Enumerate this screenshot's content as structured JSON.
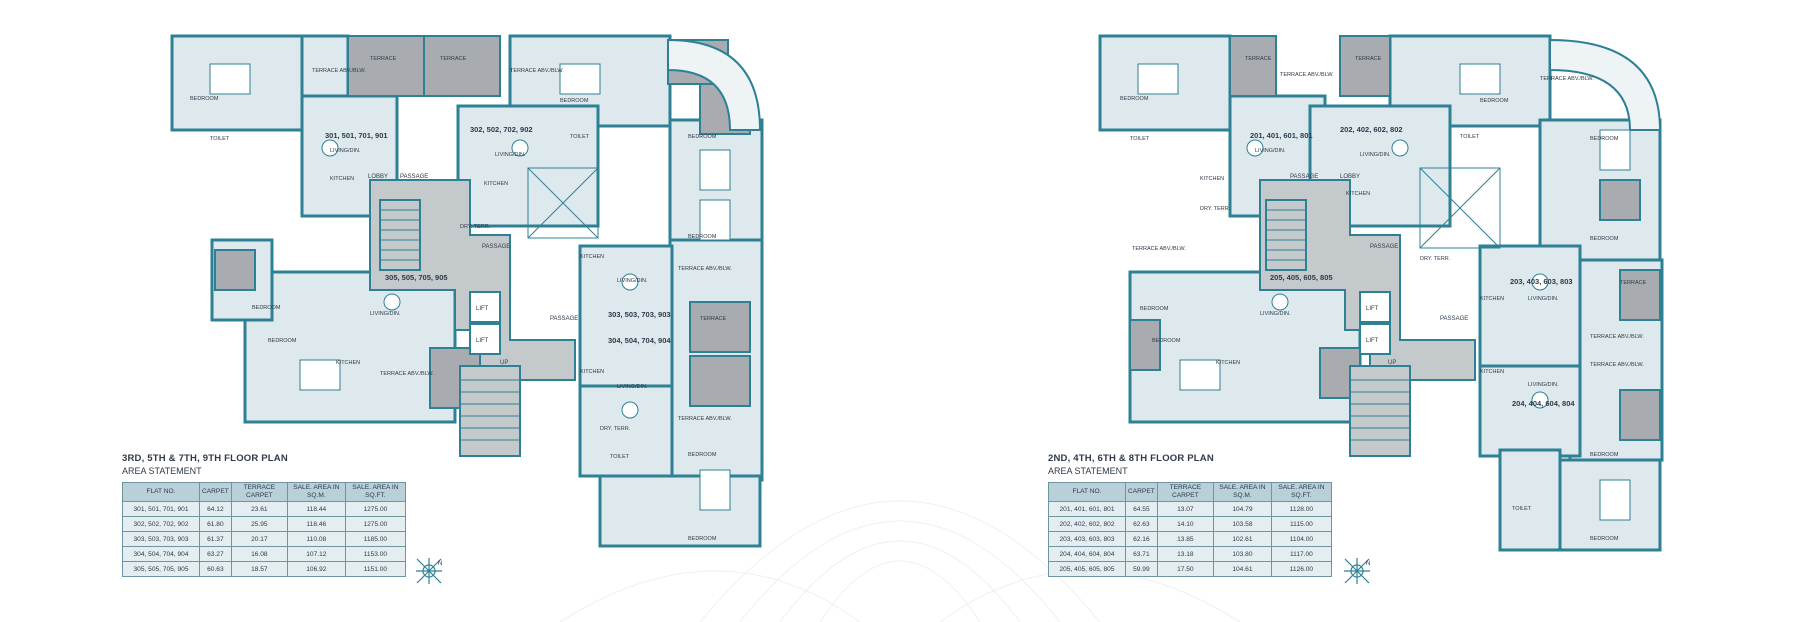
{
  "colors": {
    "wall": "#2e8095",
    "room": "#dde9ed",
    "passage": "#c4c9cc",
    "terrace": "#a8acb0",
    "text": "#2f3a4a",
    "table_head": "#b9d0d8",
    "table_cell": "#e4eef1"
  },
  "left": {
    "title": "3RD, 5TH & 7TH, 9TH FLOOR PLAN",
    "subtitle": "AREA STATEMENT",
    "headers": [
      "FLAT NO.",
      "CARPET",
      "TERRACE CARPET",
      "SALE. AREA IN SQ.M.",
      "SALE. AREA IN SQ.FT."
    ],
    "rows": [
      [
        "301, 501, 701, 901",
        "64.12",
        "23.61",
        "118.44",
        "1275.00"
      ],
      [
        "302, 502, 702, 902",
        "61.80",
        "25.95",
        "118.46",
        "1275.00"
      ],
      [
        "303, 503, 703, 903",
        "61.37",
        "20.17",
        "110.08",
        "1185.00"
      ],
      [
        "304, 504, 704, 904",
        "63.27",
        "16.08",
        "107.12",
        "1153.00"
      ],
      [
        "305, 505, 705, 905",
        "60.63",
        "18.57",
        "106.92",
        "1151.00"
      ]
    ],
    "labels": {
      "flat_a": "301, 501, 701, 901",
      "flat_b": "302, 502, 702, 902",
      "flat_c": "305, 505, 705, 905",
      "flat_d": "303, 503, 703, 903",
      "flat_e": "304, 504, 704, 904",
      "passage": "PASSAGE",
      "lobby": "LOBBY",
      "lift": "LIFT",
      "up": "UP",
      "living": "LIVING/DIN.",
      "kitchen": "KITCHEN",
      "bedroom": "BEDROOM",
      "toilet": "TOILET",
      "terrace": "TERRACE",
      "terrace_abv": "TERRACE ABV./BLW.",
      "dry_terr": "DRY. TERR."
    }
  },
  "right": {
    "title": "2ND, 4TH, 6TH & 8TH FLOOR PLAN",
    "subtitle": "AREA STATEMENT",
    "headers": [
      "FLAT NO.",
      "CARPET",
      "TERRACE CARPET",
      "SALE. AREA IN SQ.M.",
      "SALE. AREA IN SQ.FT."
    ],
    "rows": [
      [
        "201, 401, 601, 801",
        "64.55",
        "13.07",
        "104.79",
        "1128.00"
      ],
      [
        "202, 402, 602, 802",
        "62.63",
        "14.10",
        "103.58",
        "1115.00"
      ],
      [
        "203, 403, 603, 803",
        "62.16",
        "13.85",
        "102.61",
        "1104.00"
      ],
      [
        "204, 404, 604, 804",
        "63.71",
        "13.18",
        "103.80",
        "1117.00"
      ],
      [
        "205, 405, 605, 805",
        "59.99",
        "17.50",
        "104.61",
        "1126.00"
      ]
    ],
    "labels": {
      "flat_a": "201, 401, 601, 801",
      "flat_b": "202, 402, 602, 802",
      "flat_c": "205, 405, 605, 805",
      "flat_d": "203, 403, 603, 803",
      "flat_e": "204, 404, 604, 804",
      "passage": "PASSAGE",
      "lobby": "LOBBY",
      "lift": "LIFT",
      "up": "UP",
      "living": "LIVING/DIN.",
      "kitchen": "KITCHEN",
      "bedroom": "BEDROOM",
      "toilet": "TOILET",
      "terrace": "TERRACE",
      "terrace_abv": "TERRACE ABV./BLW.",
      "dry_terr": "DRY. TERR."
    }
  },
  "compass_label": "N"
}
